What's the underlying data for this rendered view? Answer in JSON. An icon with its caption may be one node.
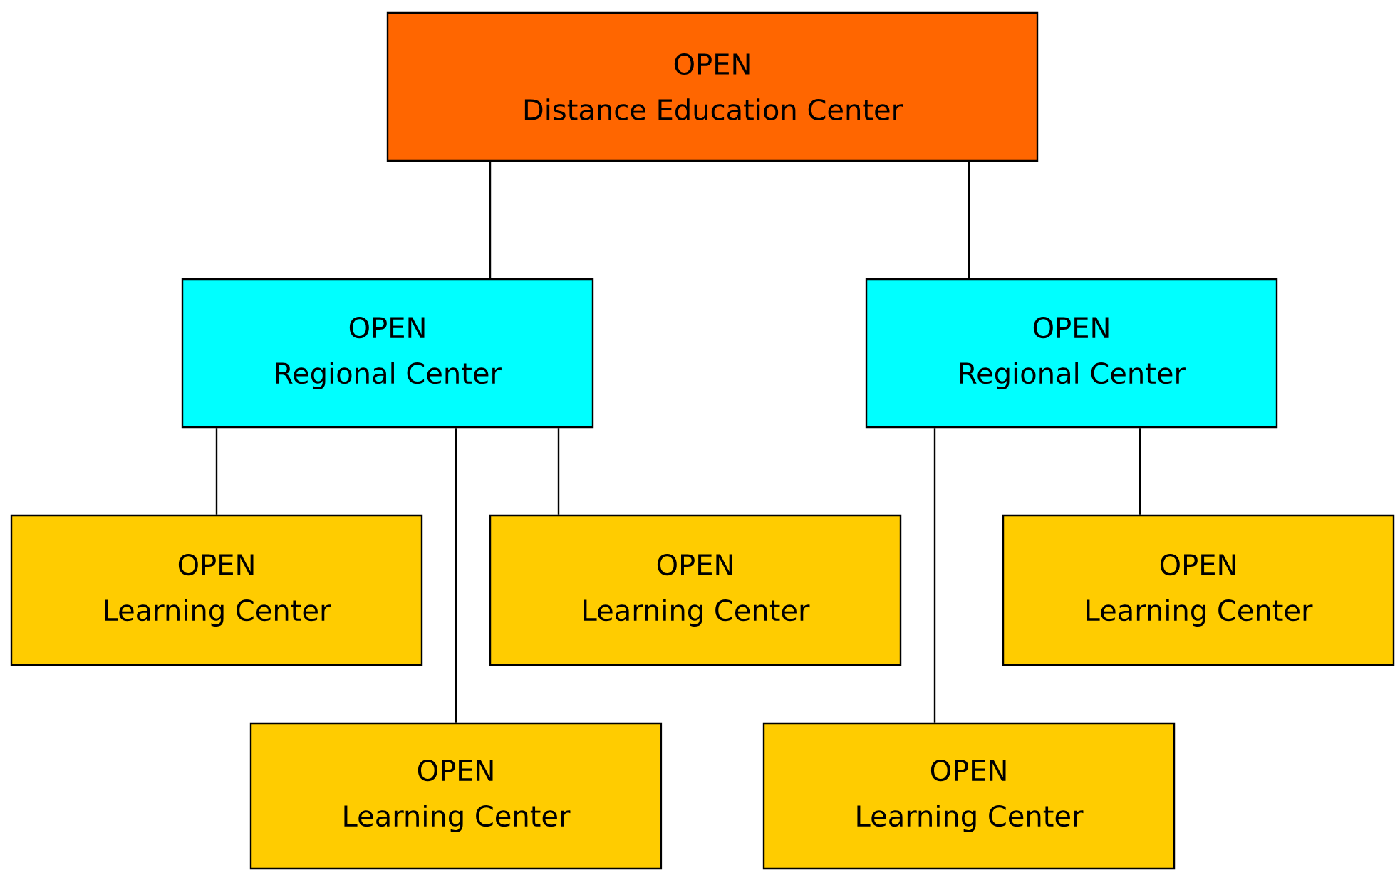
{
  "diagram": {
    "nodes": [
      {
        "text": [
          "OPEN",
          "Distance Education Center"
        ]
      },
      {
        "text": [
          "OPEN",
          "Regional Center"
        ]
      },
      {
        "text": [
          "OPEN",
          "Regional Center"
        ]
      },
      {
        "text": [
          "OPEN",
          "Learning Center"
        ]
      },
      {
        "text": [
          "OPEN",
          "Learning Center"
        ]
      },
      {
        "text": [
          "OPEN",
          "Learning Center"
        ]
      },
      {
        "text": [
          "OPEN",
          "Learning Center"
        ]
      },
      {
        "text": [
          "OPEN",
          "Learning Center"
        ]
      }
    ],
    "edges": [
      {
        "from": 0,
        "to": 1,
        "arrow": "none"
      },
      {
        "from": 0,
        "to": 2,
        "arrow": "none"
      },
      {
        "from": 1,
        "to": 3,
        "arrow": "none"
      },
      {
        "from": 1,
        "to": 6,
        "arrow": "none"
      },
      {
        "from": 1,
        "to": 4,
        "arrow": "none"
      },
      {
        "from": 2,
        "to": 7,
        "arrow": "none"
      },
      {
        "from": 2,
        "to": 5,
        "arrow": "none"
      }
    ]
  }
}
